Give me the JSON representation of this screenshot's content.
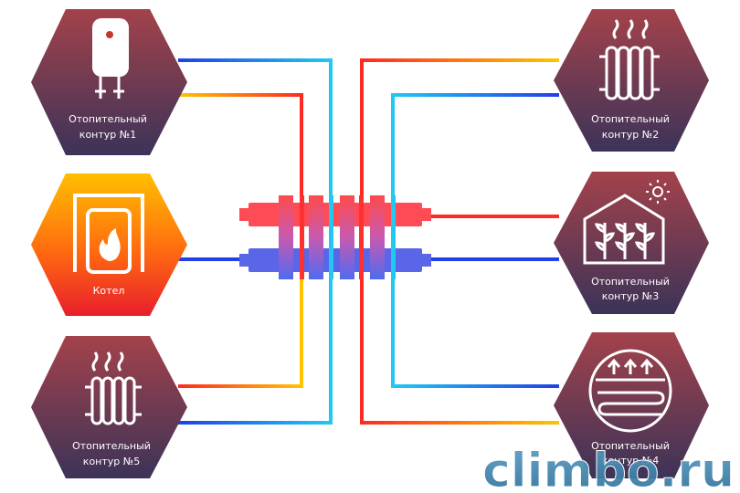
{
  "nodes": {
    "circuit1": {
      "line1": "Отопительный",
      "line2": "контур  №1"
    },
    "circuit2": {
      "line1": "Отопительный",
      "line2": "контур  №2"
    },
    "circuit3": {
      "line1": "Отопительный",
      "line2": "контур  №3"
    },
    "circuit4": {
      "line1": "Отопительный",
      "line2": "контур  №4"
    },
    "circuit5": {
      "line1": "Отопительный",
      "line2": "контур  №5"
    },
    "boiler": {
      "label": "Котел"
    }
  },
  "watermark": "climbo.ru",
  "colors": {
    "hex_top": "#a0424c",
    "hex_bottom": "#3d3458",
    "boiler_top": "#ffc000",
    "boiler_bottom": "#e8202a",
    "hot_pipe": "#ff2d20",
    "cold_pipe": "#2140e6",
    "mid_pipe": "#ffc400",
    "cyan_pipe": "#1fd6f0",
    "watermark": "#3b7fa8"
  },
  "icons": {
    "circuit1": "water-heater-icon",
    "circuit2": "radiator-icon",
    "circuit3": "greenhouse-icon",
    "circuit4": "underfloor-heating-icon",
    "circuit5": "radiator-icon",
    "boiler": "boiler-flame-icon"
  }
}
